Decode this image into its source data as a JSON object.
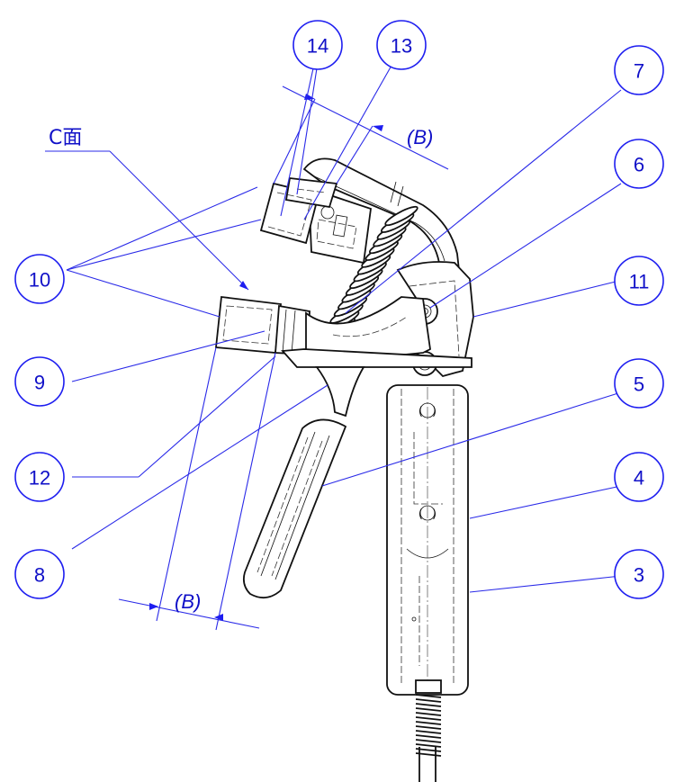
{
  "face_label": "C面",
  "dimension_label_top": "(B)",
  "dimension_label_bottom": "(B)",
  "callouts": [
    {
      "id": "c14",
      "label": "14"
    },
    {
      "id": "c13",
      "label": "13"
    },
    {
      "id": "c7",
      "label": "7"
    },
    {
      "id": "c6",
      "label": "6"
    },
    {
      "id": "c11",
      "label": "11"
    },
    {
      "id": "c10",
      "label": "10"
    },
    {
      "id": "c9",
      "label": "9"
    },
    {
      "id": "c5",
      "label": "5"
    },
    {
      "id": "c4",
      "label": "4"
    },
    {
      "id": "c12",
      "label": "12"
    },
    {
      "id": "c3",
      "label": "3"
    },
    {
      "id": "c8",
      "label": "8"
    }
  ],
  "colors": {
    "annotation": "#1d1df0",
    "linework": "#111111"
  }
}
